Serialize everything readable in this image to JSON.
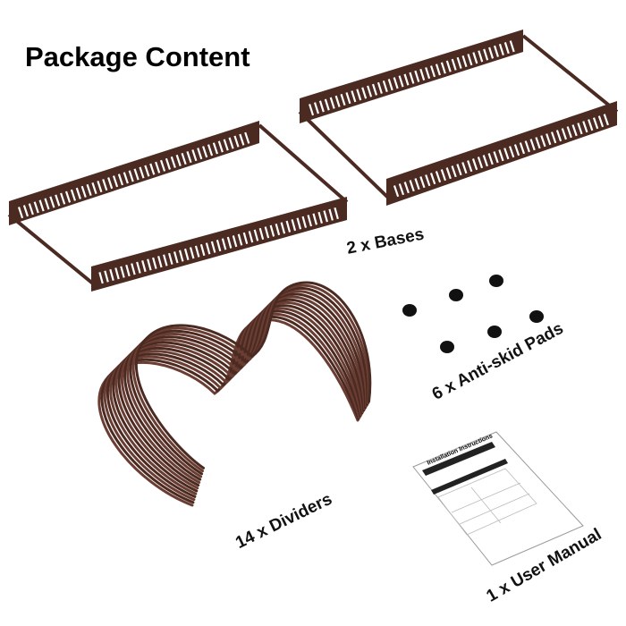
{
  "title": "Package Content",
  "items": [
    {
      "label": "2 x Bases"
    },
    {
      "label": "6 x Anti-skid Pads"
    },
    {
      "label": "14 x Dividers"
    },
    {
      "label": "1 x User Manual"
    }
  ],
  "manual_heading": "Installation Instructions",
  "colors": {
    "frame": "#4b2a22",
    "pad": "#111111"
  }
}
